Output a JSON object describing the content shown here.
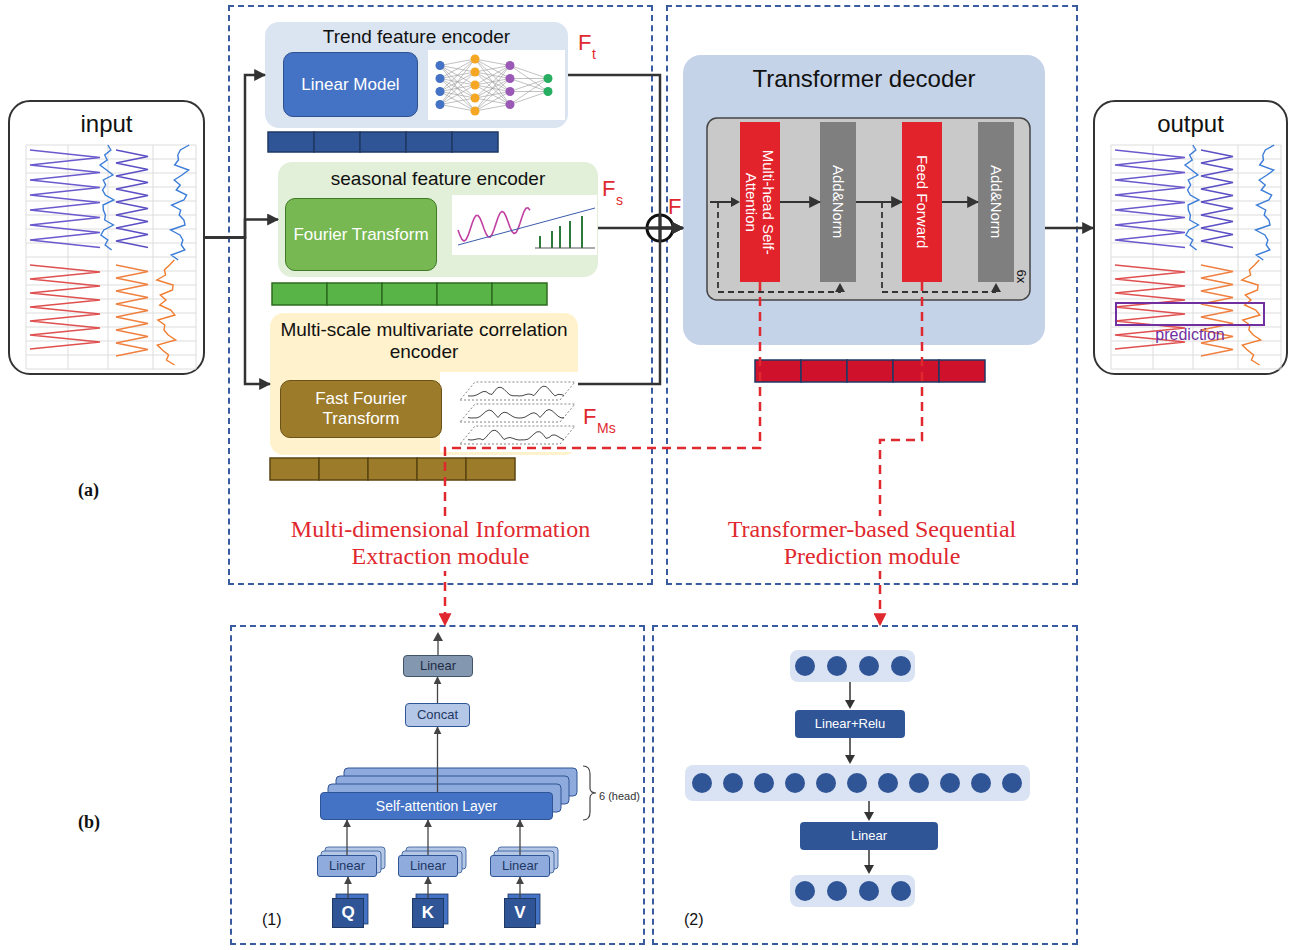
{
  "diagram": {
    "nodes": [
      {
        "text": [
          "input"
        ]
      },
      {
        "text": [
          "Multi-dimensional Information Extraction module"
        ]
      },
      {
        "text": [
          "Trend feature encoder"
        ],
        "in": 1
      },
      {
        "text": [
          "Linear Model"
        ],
        "in": 2
      },
      {
        "text": [
          "seasonal feature encoder"
        ],
        "in": 1
      },
      {
        "text": [
          "Fourier Transform"
        ],
        "in": 4
      },
      {
        "text": [
          "Multi-scale multivariate correlation encoder"
        ],
        "in": 1
      },
      {
        "text": [
          "Fast Fourier Transform"
        ],
        "in": 6
      },
      {
        "text": [
          "Transformer-based Sequential Prediction module"
        ]
      },
      {
        "text": [
          "Transformer decoder"
        ],
        "in": 8
      },
      {
        "text": [
          "Multi-head Self-Attention"
        ],
        "in": 9
      },
      {
        "text": [
          "Add&Norm"
        ],
        "in": 9
      },
      {
        "text": [
          "Feed Forward"
        ],
        "in": 9
      },
      {
        "text": [
          "Add&Norm"
        ],
        "in": 9
      },
      {
        "text": [
          "output"
        ]
      },
      {
        "text": [
          "prediction"
        ],
        "in": 14
      },
      {
        "text": [
          "(1)"
        ]
      },
      {
        "text": [
          "Q"
        ],
        "in": 16
      },
      {
        "text": [
          "K"
        ],
        "in": 16
      },
      {
        "text": [
          "V"
        ],
        "in": 16
      },
      {
        "text": [
          "Linear"
        ],
        "in": 16
      },
      {
        "text": [
          "Linear"
        ],
        "in": 16
      },
      {
        "text": [
          "Linear"
        ],
        "in": 16
      },
      {
        "text": [
          "Self-attention Layer"
        ],
        "in": 16
      },
      {
        "text": [
          "Concat"
        ],
        "in": 16
      },
      {
        "text": [
          "Linear"
        ],
        "in": 16
      },
      {
        "text": [
          "(2)"
        ]
      },
      {
        "text": [
          "Linear+Relu"
        ],
        "in": 26
      },
      {
        "text": [
          "Linear"
        ],
        "in": 26
      }
    ],
    "edges": [
      {
        "from": 0,
        "to": 2,
        "arrow": "to"
      },
      {
        "from": 0,
        "to": 4,
        "arrow": "to"
      },
      {
        "from": 0,
        "to": 6,
        "arrow": "to"
      },
      {
        "from": 2,
        "to": 9,
        "arrow": "to"
      },
      {
        "from": 4,
        "to": 9,
        "arrow": "to"
      },
      {
        "from": 6,
        "to": 9,
        "arrow": "to"
      },
      {
        "from": 9,
        "to": 14,
        "arrow": "to"
      },
      {
        "from": 10,
        "to": 11,
        "arrow": "to"
      },
      {
        "from": 11,
        "to": 12,
        "arrow": "to"
      },
      {
        "from": 12,
        "to": 13,
        "arrow": "to"
      },
      {
        "from": 10,
        "to": 16,
        "arrow": "to"
      },
      {
        "from": 12,
        "to": 26,
        "arrow": "to"
      },
      {
        "from": 17,
        "to": 20,
        "arrow": "to"
      },
      {
        "from": 18,
        "to": 21,
        "arrow": "to"
      },
      {
        "from": 19,
        "to": 22,
        "arrow": "to"
      },
      {
        "from": 20,
        "to": 23,
        "arrow": "to"
      },
      {
        "from": 21,
        "to": 23,
        "arrow": "to"
      },
      {
        "from": 22,
        "to": 23,
        "arrow": "to"
      },
      {
        "from": 23,
        "to": 24,
        "arrow": "to"
      },
      {
        "from": 24,
        "to": 25,
        "arrow": "to"
      }
    ],
    "labels": [
      "(a)",
      "(b)",
      "F",
      "t",
      "F",
      "s",
      "F",
      "Ms",
      "F",
      "6x",
      "6 (head)"
    ]
  }
}
